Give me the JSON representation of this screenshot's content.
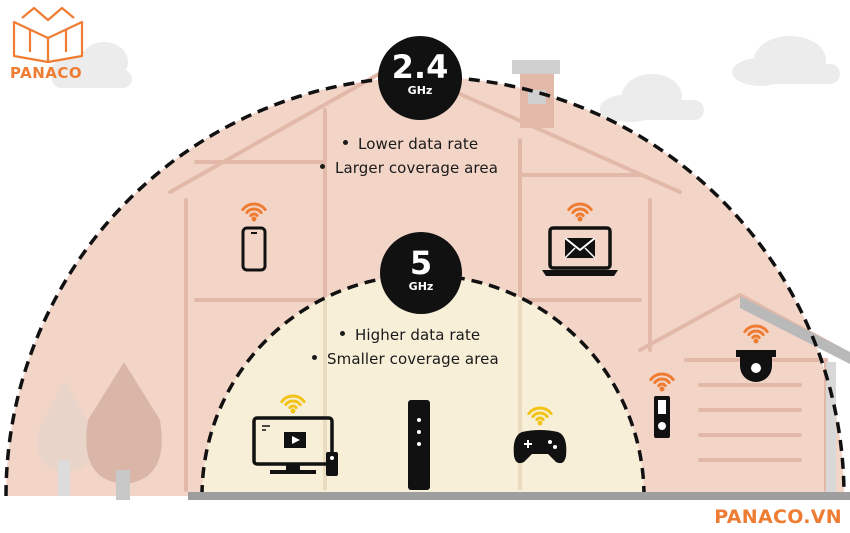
{
  "brand": {
    "logo_text": "PANACO",
    "footer_text": "PANACO.VN",
    "accent_color": "#ee7d33"
  },
  "band_24": {
    "value": "2.4",
    "unit": "GHz",
    "bullets": [
      "Lower data rate",
      "Larger coverage area"
    ],
    "fill_color": "#f3d5c8"
  },
  "band_5": {
    "value": "5",
    "unit": "GHz",
    "bullets": [
      "Higher data rate",
      "Smaller coverage area"
    ],
    "fill_color": "#f8efd9"
  },
  "devices": {
    "outer_zone": [
      "smartphone-icon",
      "laptop-email-icon",
      "security-camera-icon",
      "doorbell-icon"
    ],
    "inner_zone": [
      "smart-tv-icon",
      "router-icon",
      "game-controller-icon"
    ]
  },
  "wifi_colors": {
    "outer": "#ee7d33",
    "inner": "#f2c318"
  }
}
